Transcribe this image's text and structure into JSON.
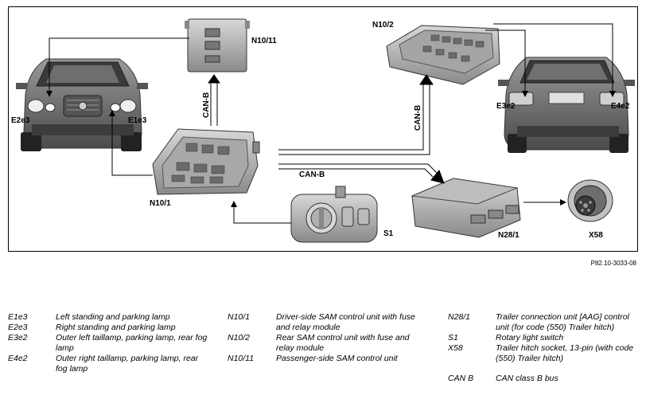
{
  "components": {
    "n10_11": "N10/11",
    "n10_2": "N10/2",
    "n10_1": "N10/1",
    "n28_1": "N28/1",
    "s1": "S1",
    "x58": "X58",
    "e2e3": "E2e3",
    "e1e3": "E1e3",
    "e3e2": "E3e2",
    "e4e2": "E4e2"
  },
  "bus_labels": {
    "vertical_left": "CAN-B",
    "vertical_right": "CAN-B",
    "horizontal": "CAN-B"
  },
  "reference": "P82.10-3033-08",
  "legend": {
    "col1": [
      {
        "code": "E1e3",
        "desc": "Left standing and parking lamp"
      },
      {
        "code": "E2e3",
        "desc": "Right standing and parking lamp"
      },
      {
        "code": "E3e2",
        "desc": "Outer left taillamp, parking lamp, rear fog lamp"
      },
      {
        "code": "E4e2",
        "desc": "Outer right taillamp, parking lamp, rear fog lamp"
      }
    ],
    "col2": [
      {
        "code": "N10/1",
        "desc": "Driver-side SAM control unit with fuse and relay module"
      },
      {
        "code": "N10/2",
        "desc": "Rear SAM control unit with fuse and relay module"
      },
      {
        "code": "N10/11",
        "desc": "Passenger-side SAM control unit"
      }
    ],
    "col3": [
      {
        "code": "N28/1",
        "desc": "Trailer connection unit [AAG] control unit (for code (550) Trailer hitch)"
      },
      {
        "code": "S1",
        "desc": "Rotary light switch"
      },
      {
        "code": "X58",
        "desc": "Trailer hitch socket, 13-pin (with code (550) Trailer hitch)"
      },
      {
        "code": "CAN B",
        "desc": "CAN class B bus"
      }
    ]
  }
}
